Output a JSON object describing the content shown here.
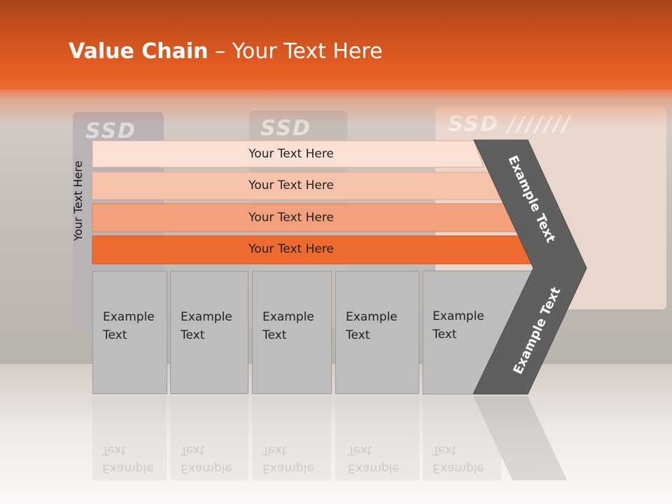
{
  "slide": {
    "title_bold": "Value Chain",
    "title_rest": " – Your Text Here",
    "vertical_label": "Your Text Here"
  },
  "bands": [
    {
      "label": "Your Text Here",
      "color": "#fbe0d5"
    },
    {
      "label": "Your Text Here",
      "color": "#f7c3ab"
    },
    {
      "label": "Your Text Here",
      "color": "#f3a07c"
    },
    {
      "label": "Your Text Here",
      "color": "#ee6a2e"
    }
  ],
  "columns": [
    {
      "line1": "Example",
      "line2": "Text"
    },
    {
      "line1": "Example",
      "line2": "Text"
    },
    {
      "line1": "Example",
      "line2": "Text"
    },
    {
      "line1": "Example",
      "line2": "Text"
    },
    {
      "line1": "Example",
      "line2": "Text"
    }
  ],
  "chevron": {
    "upper_text": "Example Text",
    "lower_text": "Example Text",
    "color": "#5f5f5f"
  },
  "background": {
    "drive_labels": [
      "SSD",
      "SSD",
      "SSD ///////"
    ]
  }
}
